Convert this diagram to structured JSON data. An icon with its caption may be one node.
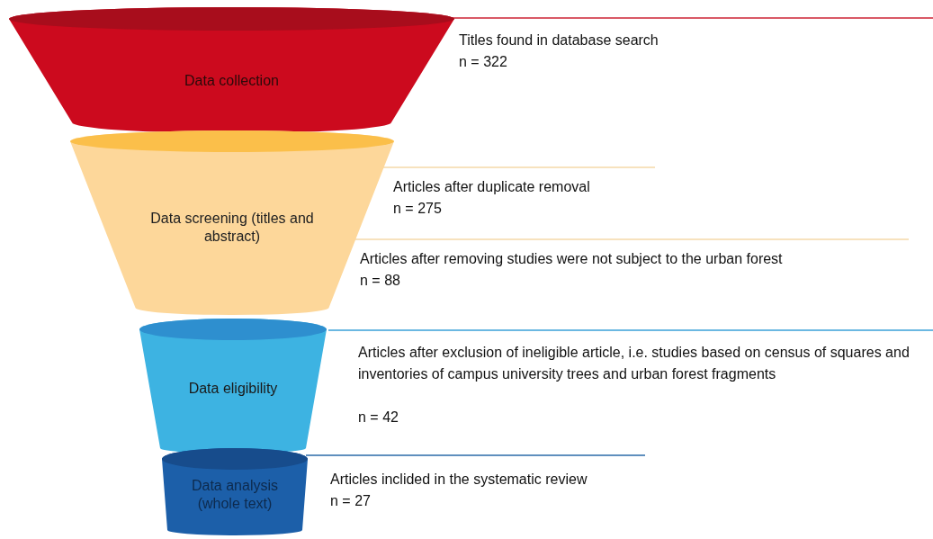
{
  "diagram": {
    "nodes": [
      {
        "text": [
          "Data collection"
        ],
        "beside": [
          "Titles found in database search",
          "n = 322"
        ]
      },
      {
        "text": [
          "Data screening (titles and abstract)"
        ],
        "beside": [
          "Articles after duplicate removal",
          "n = 275",
          "Articles after removing studies were not subject to the urban forest",
          "n = 88"
        ]
      },
      {
        "text": [
          "Data eligibility"
        ],
        "beside": [
          "Articles after exclusion of ineligible article, i.e. studies based on census of squares and inventories of campus university trees and urban forest fragments",
          "n = 42"
        ]
      },
      {
        "text": [
          "Data analysis (whole text)"
        ],
        "beside": [
          "Articles inclided in the systematic review",
          "n = 27"
        ]
      }
    ]
  }
}
